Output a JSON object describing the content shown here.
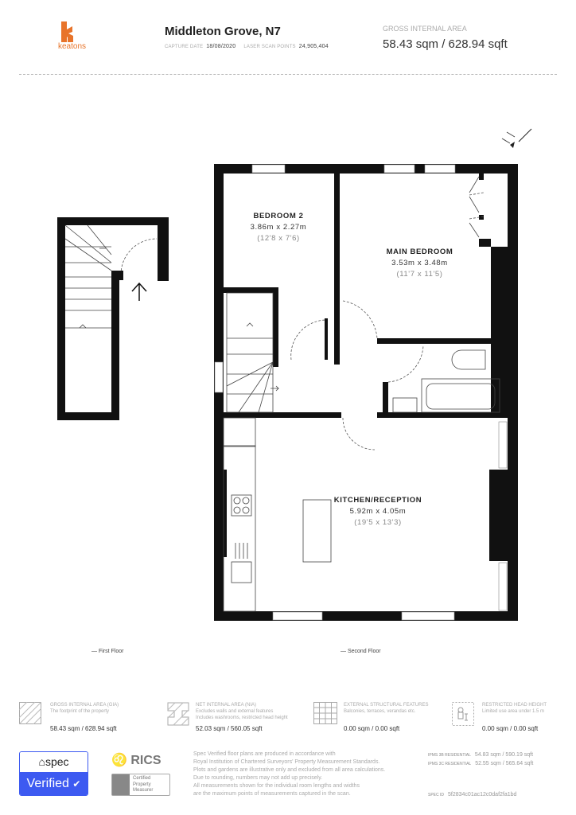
{
  "header": {
    "brand": "keatons",
    "brand_color": "#e8742a",
    "title": "Middleton Grove, N7",
    "capture_date_label": "CAPTURE DATE",
    "capture_date": "18/08/2020",
    "scan_points_label": "LASER SCAN POINTS",
    "scan_points": "24,905,404",
    "gia_label": "GROSS INTERNAL AREA",
    "gia_value": "58.43 sqm / 628.94 sqft"
  },
  "rooms": [
    {
      "name": "BEDROOM 2",
      "metric": "3.86m x 2.27m",
      "imperial": "(12'8 x 7'6)"
    },
    {
      "name": "MAIN BEDROOM",
      "metric": "3.53m x 3.48m",
      "imperial": "(11'7 x 11'5)"
    },
    {
      "name": "KITCHEN/RECEPTION",
      "metric": "5.92m x 4.05m",
      "imperial": "(19'5 x 13'3)"
    }
  ],
  "floors": [
    "— First Floor",
    "— Second Floor"
  ],
  "legend": [
    {
      "title": "GROSS INTERNAL AREA (GIA)",
      "desc": [
        "The footprint of the property"
      ],
      "value": "58.43 sqm / 628.94 sqft",
      "icon": "hatched-square-icon"
    },
    {
      "title": "NET INTERNAL AREA (NIA)",
      "desc": [
        "Excludes walls and external features",
        "Includes washrooms, restricted head height"
      ],
      "value": "52.03 sqm / 560.05 sqft",
      "icon": "hatched-plan-icon"
    },
    {
      "title": "EXTERNAL STRUCTURAL FEATURES",
      "desc": [
        "Balconies, terraces, verandas etc."
      ],
      "value": "0.00 sqm / 0.00 sqft",
      "icon": "grid-icon"
    },
    {
      "title": "RESTRICTED HEAD HEIGHT",
      "desc": [
        "Limited use area under 1.5 m"
      ],
      "value": "0.00 sqm / 0.00 sqft",
      "icon": "person-height-icon"
    }
  ],
  "footer": {
    "spec_label": "spec",
    "verified_label": "Verified",
    "spec_color": "#3d5af1",
    "rics_label": "RICS",
    "rics_cert": [
      "Certified",
      "Property",
      "Measurer"
    ],
    "disclaimer": [
      "Spec Verified floor plans are produced in accordance with",
      "Royal Institution of Chartered Surveyors' Property Measurement Standards.",
      "Plots and gardens are illustrative only and excluded from all area calculations.",
      "Due to rounding, numbers may not add up precisely.",
      "All measurements shown for the individual room lengths and widths",
      "are the maximum points of measurements captured in the scan."
    ],
    "ipms3b_label": "IPMS 3B RESIDENTIAL",
    "ipms3b_value": "54.83 sqm / 590.19 sqft",
    "ipms3c_label": "IPMS 3C RESIDENTIAL",
    "ipms3c_value": "52.55 sqm / 565.64 sqft",
    "spec_id_label": "SPEC ID",
    "spec_id": "5f2834c01ac12c0daf2fa1bd"
  }
}
